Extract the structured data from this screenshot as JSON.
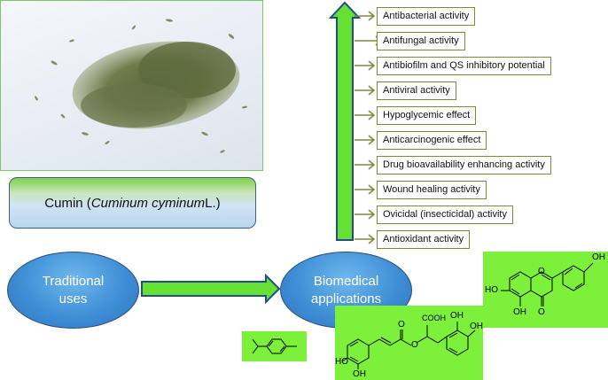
{
  "cumin_label": {
    "prefix": "Cumin (",
    "species": "Cuminum cyminum",
    "suffix": " L.)"
  },
  "traditional_uses": {
    "line1": "Traditional",
    "line2": "uses"
  },
  "biomedical": {
    "line1": "Biomedical",
    "line2": "applications"
  },
  "activities": [
    "Antibacterial activity",
    "Antifungal activity",
    "Antibiofilm and QS inhibitory potential",
    "Antiviral activity",
    "Hypoglycemic effect",
    "Anticarcinogenic effect",
    "Drug bioavailability enhancing activity",
    "Wound healing activity",
    "Ovicidal (insecticidal) activity",
    "Antioxidant activity"
  ],
  "structure_labels": {
    "apigenin_oh_top_right": "OH",
    "apigenin_oh_left": "HO",
    "apigenin_oh_bottom": "OH",
    "apigenin_o_ring": "O",
    "apigenin_o_carbonyl": "O",
    "rosmarinic_cooh": "COOH",
    "rosmarinic_oh_top": "OH",
    "rosmarinic_oh_right": "OH",
    "rosmarinic_o_ester": "O",
    "rosmarinic_o_carbonyl": "O",
    "rosmarinic_oh_left": "HO",
    "rosmarinic_oh_bottom": "OH"
  },
  "colors": {
    "arrow_green": "#66e033",
    "arrow_border": "#1e4f8a",
    "box_border": "#7c8a3c",
    "structure_bg": "#7cf03a",
    "ellipse_blue": "#3f8fd6"
  }
}
